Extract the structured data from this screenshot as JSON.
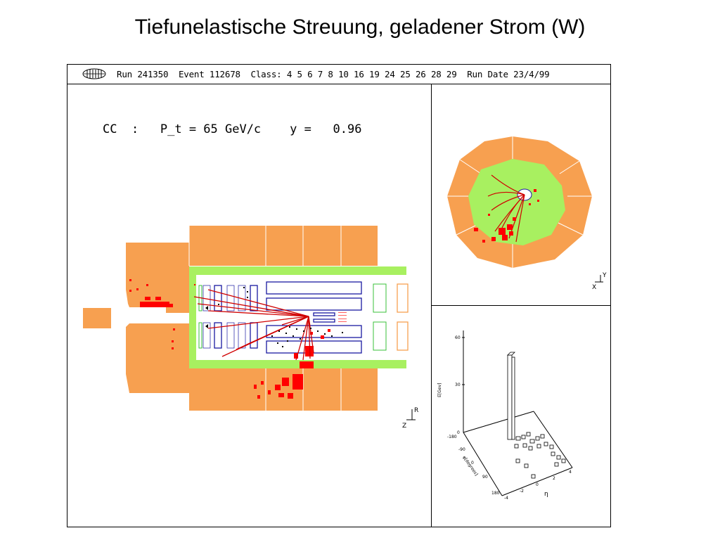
{
  "slide": {
    "title": "Tiefunelastische Streuung, geladener Strom (W)"
  },
  "event_display": {
    "header": {
      "run_label": "Run",
      "run": "241350",
      "event_label": "Event",
      "event": "112678",
      "class_label": "Class:",
      "classes": "4 5 6 7 8 10 16 19 24 25 26 28 29",
      "date_label": "Run Date",
      "date": "23/4/99"
    },
    "physics_text": "CC  :   P_t = 65 GeV/c    y =   0.96",
    "side_view": {
      "axis_r": "R",
      "axis_z": "Z"
    },
    "radial_view": {
      "axis_y": "Y",
      "axis_x": "X"
    },
    "lego_plot": {
      "z_label": "E[Gev]",
      "z_ticks": [
        "60",
        "30",
        "0"
      ],
      "phi_label": "φ[degrees]",
      "phi_ticks": [
        "-180",
        "-90",
        "0",
        "90",
        "180"
      ],
      "eta_label": "η",
      "eta_ticks": [
        "-4",
        "-2",
        "0",
        "2",
        "4"
      ]
    },
    "colors": {
      "calorimeter": "#f7a050",
      "inner_calorimeter": "#a8f060",
      "deposit": "#ff0000",
      "chamber": "#1a1aa0"
    }
  }
}
